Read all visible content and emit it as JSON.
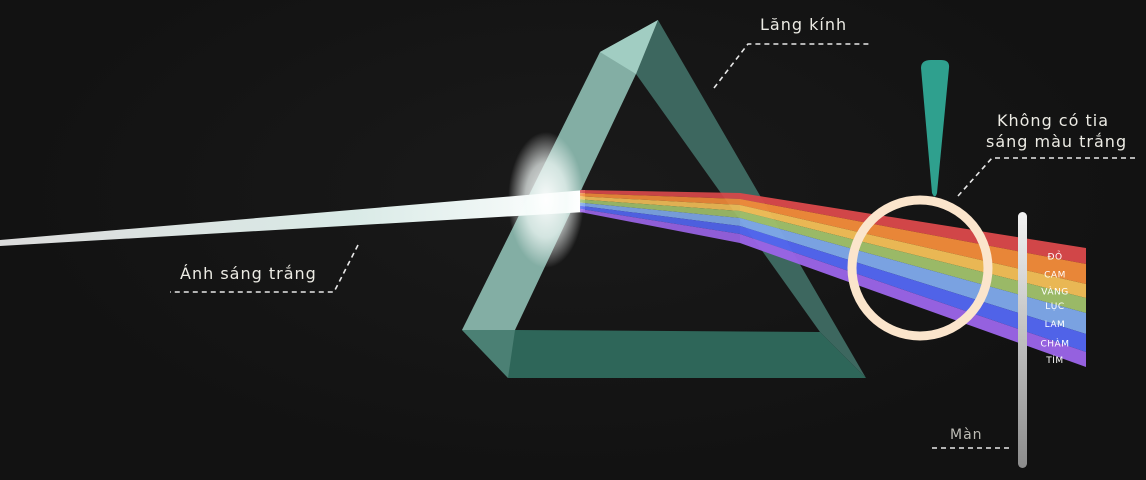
{
  "labels": {
    "prism": "Lăng kính",
    "white_light": "Ánh sáng trắng",
    "no_white_line1": "Không có tia",
    "no_white_line2": "sáng màu trắng",
    "screen": "Màn"
  },
  "spectrum": [
    {
      "name": "ĐỎ",
      "color": "#d8484a"
    },
    {
      "name": "CAM",
      "color": "#f08a3a"
    },
    {
      "name": "VÀNG",
      "color": "#f1bd57"
    },
    {
      "name": "LỤC",
      "color": "#9fbf6a"
    },
    {
      "name": "LAM",
      "color": "#7ea7e8"
    },
    {
      "name": "CHÀM",
      "color": "#5366f0"
    },
    {
      "name": "TÍM",
      "color": "#9a64e6"
    }
  ],
  "colors": {
    "prism_light": "#8fbfb4",
    "prism_dark": "#3f6b63",
    "prism_base": "#2f6a5d",
    "lens_ring": "#fbe5cc",
    "probe": "#2fa08e",
    "beam": "#eaf7f4"
  }
}
